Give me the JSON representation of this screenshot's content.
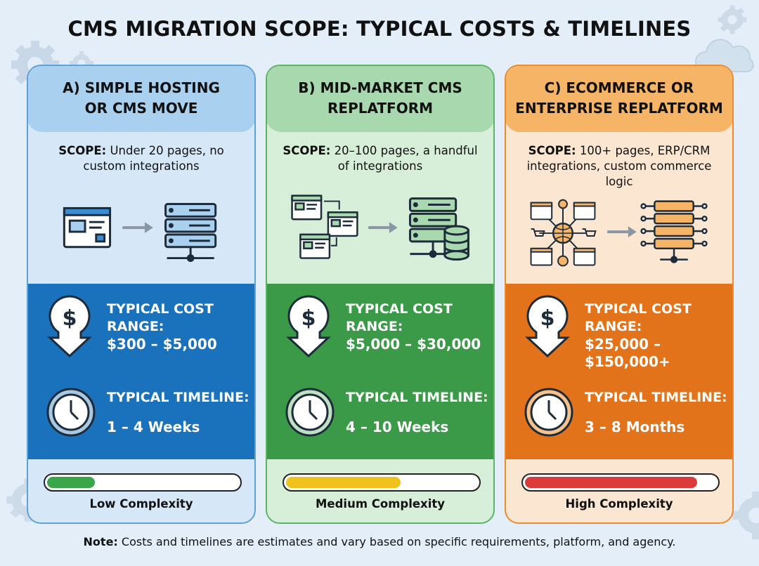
{
  "title": "CMS MIGRATION SCOPE: TYPICAL COSTS & TIMELINES",
  "cards": [
    {
      "header_line1": "A) SIMPLE HOSTING",
      "header_line2": "OR CMS MOVE",
      "scope_label": "SCOPE:",
      "scope_text": "Under 20 pages, no custom integrations",
      "cost_label_1": "TYPICAL COST",
      "cost_label_2": "RANGE:",
      "cost_value": "$300 – $5,000",
      "timeline_label": "TYPICAL TIMELINE:",
      "timeline_value": "1 – 4 Weeks",
      "complexity_label": "Low Complexity",
      "complexity_level": 0.25,
      "colors": {
        "header": "#a9d0ef",
        "body": "#d6e8f7",
        "border": "#5fa2da",
        "info": "#1a72bd",
        "bar": "#3aa64a"
      }
    },
    {
      "header_line1": "B) MID-MARKET CMS",
      "header_line2": "REPLATFORM",
      "scope_label": "SCOPE:",
      "scope_text": "20–100 pages, a handful of integrations",
      "cost_label_1": "TYPICAL COST",
      "cost_label_2": "RANGE:",
      "cost_value": "$5,000 – $30,000",
      "timeline_label": "TYPICAL TIMELINE:",
      "timeline_value": "4 – 10 Weeks",
      "complexity_label": "Medium Complexity",
      "complexity_level": 0.6,
      "colors": {
        "header": "#a8d8ad",
        "body": "#d7eed9",
        "border": "#5bb565",
        "info": "#3a9a47",
        "bar": "#f0c21e"
      }
    },
    {
      "header_line1": "C) ECOMMERCE OR",
      "header_line2": "ENTERPRISE REPLATFORM",
      "scope_label": "SCOPE:",
      "scope_text": "100+ pages, ERP/CRM integrations, custom commerce logic",
      "cost_label_1": "TYPICAL COST",
      "cost_label_2": "RANGE:",
      "cost_value_1": "$25,000 –",
      "cost_value_2": "$150,000+",
      "timeline_label": "TYPICAL TIMELINE:",
      "timeline_value": "3 – 8 Months",
      "complexity_label": "High Complexity",
      "complexity_level": 0.9,
      "colors": {
        "header": "#f6b466",
        "body": "#fbe6d2",
        "border": "#ec8a2d",
        "info": "#e3731a",
        "bar": "#dc3b3b"
      }
    }
  ],
  "note_label": "Note:",
  "note_text": "Costs and timelines are estimates and vary based on specific requirements, platform, and agency."
}
